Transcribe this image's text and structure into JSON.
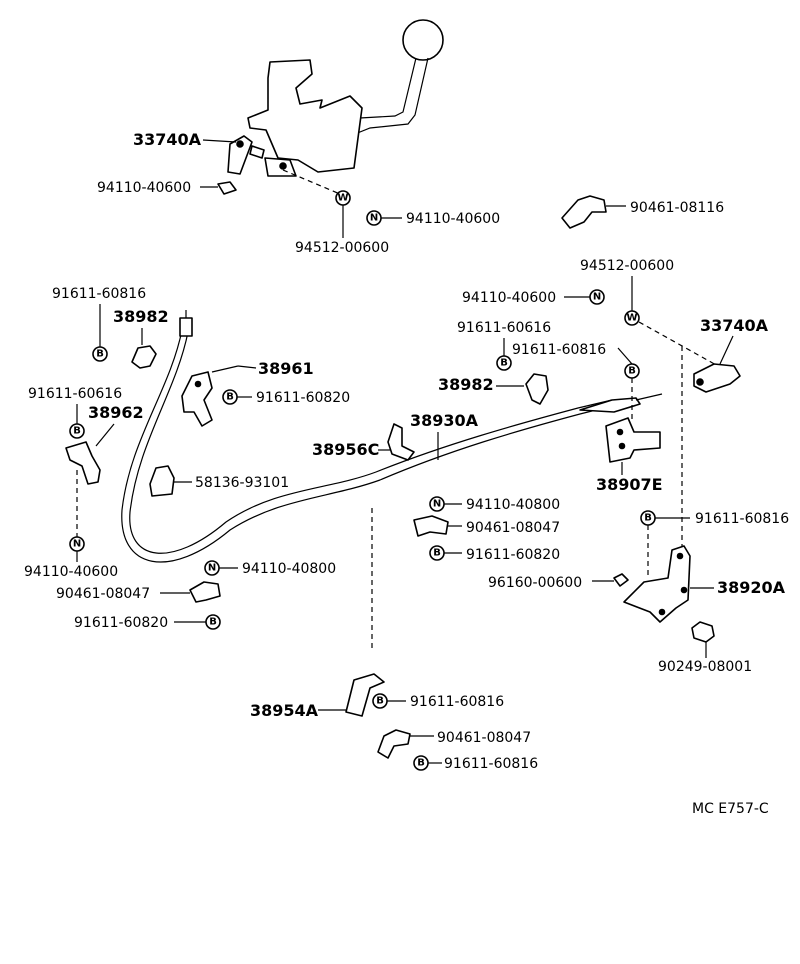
{
  "parts": {
    "lever_end_top": "33740A",
    "nut_top": "94110-40600",
    "nut_top_n": "94110-40600",
    "washer_top": "94512-00600",
    "clamp_top_right": "90461-08116",
    "washer_right": "94512-00600",
    "nut_right": "94110-40600",
    "lever_end_right": "33740A",
    "bolt_left_top": "91611-60816",
    "bracket_38982_left": "38982",
    "bracket_38961": "38961",
    "bolt_38961": "91611-60820",
    "bolt_left_mid": "91611-60616",
    "bracket_38962": "38962",
    "nut_left_bottom": "94110-40600",
    "grommet": "58136-93101",
    "bolt_mid": "91611-60616",
    "bolt_mid_right": "91611-60816",
    "bracket_38982_right": "38982",
    "cable": "38930A",
    "bracket_38956C": "38956C",
    "bracket_38907E": "38907E",
    "nut_center": "94110-40800",
    "clamp_center": "90461-08047",
    "bolt_center": "91611-60820",
    "bolt_right": "91611-60816",
    "nut_38920A": "96160-00600",
    "bracket_38920A": "38920A",
    "pin_bottom_right": "90249-08001",
    "nut_left_lower": "94110-40800",
    "clamp_left_lower": "90461-08047",
    "bolt_left_lower": "91611-60820",
    "bracket_38954A": "38954A",
    "bolt_38954A": "91611-60816",
    "clamp_bottom": "90461-08047",
    "bolt_bottom": "91611-60816"
  },
  "symbols": {
    "n": "N",
    "w": "W",
    "b": "B"
  },
  "footer": {
    "code": "MC E757-C"
  }
}
